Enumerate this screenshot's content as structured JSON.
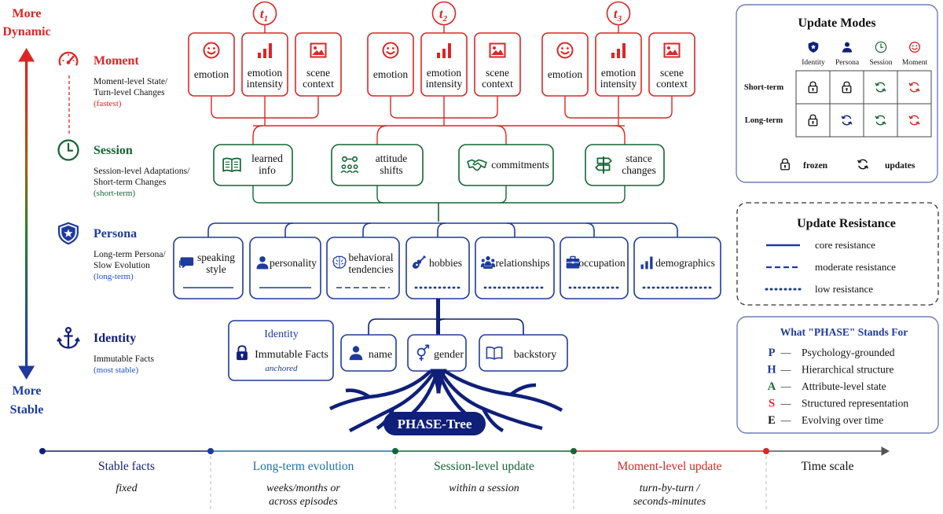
{
  "colors": {
    "moment": "#dc2626",
    "session": "#166534",
    "persona": "#1e3a9e",
    "identity": "#0f1f7a",
    "timeline_blue": "#1d4ed8",
    "timeline_teal": "#1e6fa8",
    "text": "#111111"
  },
  "axis": {
    "top_line1": "More",
    "top_line2": "Dynamic",
    "bottom_line1": "More",
    "bottom_line2": "Stable"
  },
  "levels": [
    {
      "title": "Moment",
      "line1": "Moment-level State/",
      "line2": "Turn-level Changes",
      "tag": "(fastest)",
      "icon": "speedometer-icon"
    },
    {
      "title": "Session",
      "line1": "Session-level Adaptations/",
      "line2": "Short-term Changes",
      "tag": "(short-term)",
      "icon": "clock-icon"
    },
    {
      "title": "Persona",
      "line1": "Long-term Persona/",
      "line2": "Slow Evolution",
      "tag": "(long-term)",
      "icon": "shield-star-icon"
    },
    {
      "title": "Identity",
      "line1": "Immutable Facts",
      "line2": "",
      "tag": "(most stable)",
      "icon": "anchor-icon"
    }
  ],
  "moment": {
    "turns": [
      {
        "letter": "t",
        "sub": "1"
      },
      {
        "letter": "t",
        "sub": "2"
      },
      {
        "letter": "t",
        "sub": "3"
      }
    ],
    "boxes": [
      {
        "line1": "emotion",
        "line2": "",
        "icon": "smiley-icon"
      },
      {
        "line1": "emotion",
        "line2": "intensity",
        "icon": "bar-chart-icon"
      },
      {
        "line1": "scene",
        "line2": "context",
        "icon": "image-icon"
      }
    ]
  },
  "session": {
    "boxes": [
      {
        "line1": "learned",
        "line2": "info",
        "icon": "book-icon"
      },
      {
        "line1": "attitude",
        "line2": "shifts",
        "icon": "people-icon"
      },
      {
        "line1": "commitments",
        "line2": "",
        "icon": "handshake-icon"
      },
      {
        "line1": "stance",
        "line2": "changes",
        "icon": "signpost-icon"
      }
    ]
  },
  "persona": {
    "boxes": [
      {
        "line1": "speaking",
        "line2": "style",
        "icon": "speech-bubble-icon",
        "resistance": "core"
      },
      {
        "line1": "personality",
        "line2": "",
        "icon": "person-icon",
        "resistance": "core"
      },
      {
        "line1": "behavioral",
        "line2": "tendencies",
        "icon": "brain-icon",
        "resistance": "moderate"
      },
      {
        "line1": "hobbies",
        "line2": "",
        "icon": "guitar-icon",
        "resistance": "low"
      },
      {
        "line1": "relationships",
        "line2": "",
        "icon": "group-icon",
        "resistance": "low"
      },
      {
        "line1": "occupation",
        "line2": "",
        "icon": "briefcase-icon",
        "resistance": "low"
      },
      {
        "line1": "demographics",
        "line2": "",
        "icon": "bar-chart-icon",
        "resistance": "low"
      }
    ]
  },
  "identity": {
    "group_title": "Identity",
    "group_label": "Immutable Facts",
    "group_sub": "anchored",
    "boxes": [
      {
        "line1": "name",
        "icon": "person-icon"
      },
      {
        "line1": "gender",
        "icon": "gender-icon"
      },
      {
        "line1": "backstory",
        "icon": "open-book-icon"
      }
    ]
  },
  "tree_label": "PHASE-Tree",
  "update_modes": {
    "title": "Update Modes",
    "columns": [
      "Identity",
      "Persona",
      "Session",
      "Moment"
    ],
    "rows": [
      {
        "label": "Short-term",
        "cells": [
          "frozen",
          "frozen",
          "updates",
          "updates"
        ]
      },
      {
        "label": "Long-term",
        "cells": [
          "frozen",
          "updates",
          "updates",
          "updates"
        ]
      }
    ],
    "legend_frozen": "frozen",
    "legend_updates": "updates"
  },
  "resistance": {
    "title": "Update Resistance",
    "items": [
      {
        "style": "solid",
        "label": "core resistance"
      },
      {
        "style": "dashed",
        "label": "moderate resistance"
      },
      {
        "style": "dotted",
        "label": "low resistance"
      }
    ]
  },
  "phase": {
    "title": "What \"PHASE\" Stands For",
    "items": [
      {
        "letter": "P",
        "dash": "—",
        "text": "Psychology-grounded"
      },
      {
        "letter": "H",
        "dash": "—",
        "text": "Hierarchical structure"
      },
      {
        "letter": "A",
        "dash": "—",
        "text": "Attribute-level state"
      },
      {
        "letter": "S",
        "dash": "—",
        "text": "Structured representation"
      },
      {
        "letter": "E",
        "dash": "—",
        "text": "Evolving over time"
      }
    ]
  },
  "timeline": {
    "segments": [
      {
        "title": "Stable facts",
        "line1": "fixed",
        "line2": ""
      },
      {
        "title": "Long-term evolution",
        "line1": "weeks/months or",
        "line2": "across episodes"
      },
      {
        "title": "Session-level update",
        "line1": "within a session",
        "line2": ""
      },
      {
        "title": "Moment-level update",
        "line1": "turn-by-turn /",
        "line2": "seconds-minutes"
      }
    ],
    "end_label": "Time scale"
  }
}
